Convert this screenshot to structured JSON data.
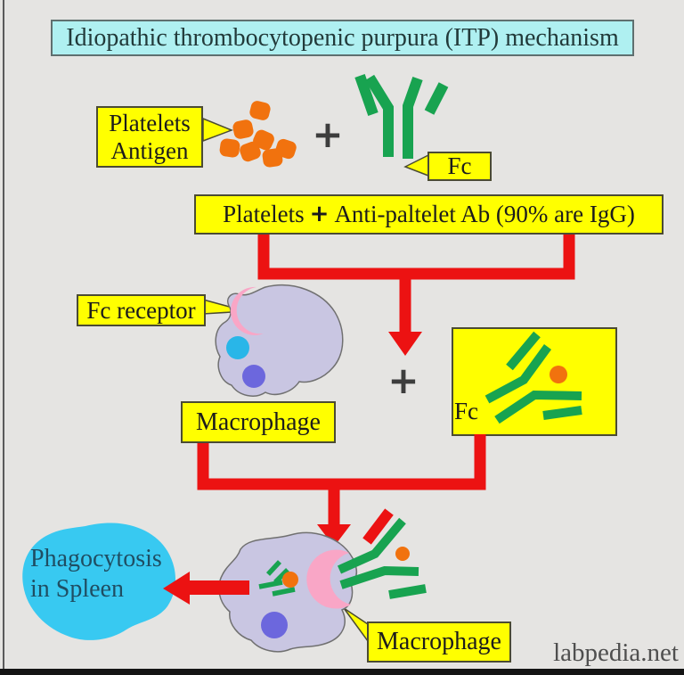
{
  "title": "Idiopathic thrombocytopenic purpura (ITP) mechanism",
  "labels": {
    "platelets_antigen_line1": "Platelets",
    "platelets_antigen_line2": "Antigen",
    "plus_top": "+",
    "fc_top": "Fc",
    "reaction_left": "Platelets",
    "reaction_plus": "+",
    "reaction_right": "Anti-paltelet Ab (90% are IgG)",
    "fc_receptor": "Fc receptor",
    "macrophage_upper": "Macrophage",
    "plus_mid": "+",
    "fc_complex": "Fc",
    "phagocytosis_line1": "Phagocytosis",
    "phagocytosis_line2": "in Spleen",
    "macrophage_lower": "Macrophage",
    "watermark": "labpedia.net"
  },
  "colors": {
    "bg": "#e5e4e2",
    "yellow": "#ffff00",
    "title_fill": "#aff0f1",
    "title_border": "#5f6f6f",
    "red": "#ec1212",
    "green": "#18a350",
    "orange": "#f1720e",
    "cell_fill": "#c9c6e2",
    "cell_stroke": "#707070",
    "pink": "#f9a6c6",
    "cyan_dot": "#29b6e8",
    "purple_dot": "#6c67dd",
    "spleen": "#38c9f1",
    "spleen_text": "#1f4e63",
    "ink": "#1c1c1c",
    "plus": "#3d3d3d",
    "watermark": "#4f4f4f"
  }
}
